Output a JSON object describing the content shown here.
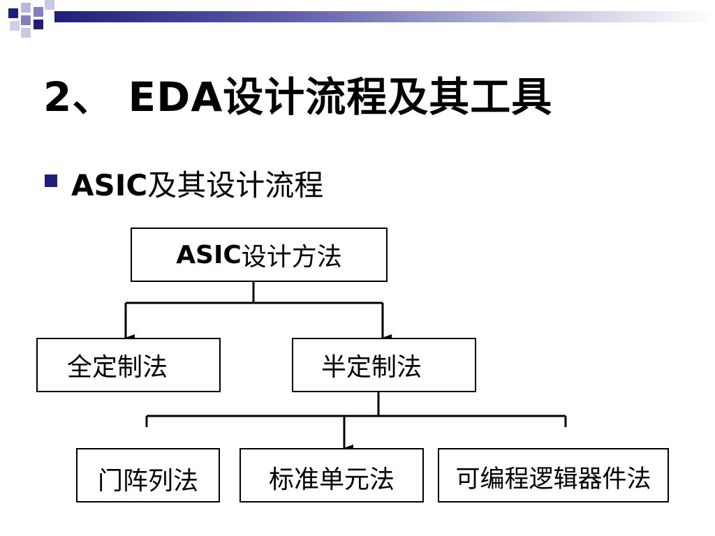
{
  "slide": {
    "title": "2、 EDA设计流程及其工具",
    "bullet": {
      "latin": "ASIC",
      "text": "及其设计流程"
    }
  },
  "diagram": {
    "root": {
      "latin": "ASIC",
      "text": "设计方法"
    },
    "level2": [
      {
        "label": "全定制法"
      },
      {
        "label": "半定制法"
      }
    ],
    "level3": [
      {
        "label": "门阵列法"
      },
      {
        "label": "标准单元法"
      },
      {
        "label": "可编程逻辑器件法"
      }
    ]
  },
  "colors": {
    "accent": "#1f1f7a",
    "accent_light": "#8080c0",
    "line": "#000000"
  }
}
